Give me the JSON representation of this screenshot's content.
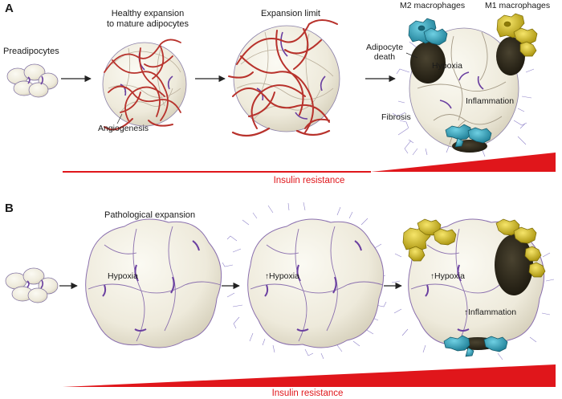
{
  "panel_a": {
    "letter": "A",
    "preadipocytes": "Preadipocytes",
    "healthy_line1": "Healthy expansion",
    "healthy_line2": "to mature adipocytes",
    "angiogenesis": "Angiogenesis",
    "expansion_limit": "Expansion limit",
    "m2": "M2 macrophages",
    "m1": "M1 macrophages",
    "death_line1": "Adipocyte",
    "death_line2": "death",
    "hypoxia": "Hypoxia",
    "inflammation": "Inflammation",
    "fibrosis": "Fibrosis",
    "insulin": "Insulin resistance"
  },
  "panel_b": {
    "letter": "B",
    "pathological": "Pathological expansion",
    "hypoxia": "Hypoxia",
    "hypoxia_up": "Hypoxia",
    "hypoxia_up2": "Hypoxia",
    "inflammation_up": "Inflammation",
    "up_arrow": "↑",
    "insulin": "Insulin resistance"
  },
  "colors": {
    "cell_fill": "#f1eee2",
    "cell_stroke": "#8a6fae",
    "vessel": "#b8322c",
    "insulin_red": "#e0161b",
    "m2_teal": "#2a9bb3",
    "m1_yellow": "#d9c21f",
    "dead_cell": "#2b2617",
    "fibrosis_lilac": "#8f83c9"
  }
}
